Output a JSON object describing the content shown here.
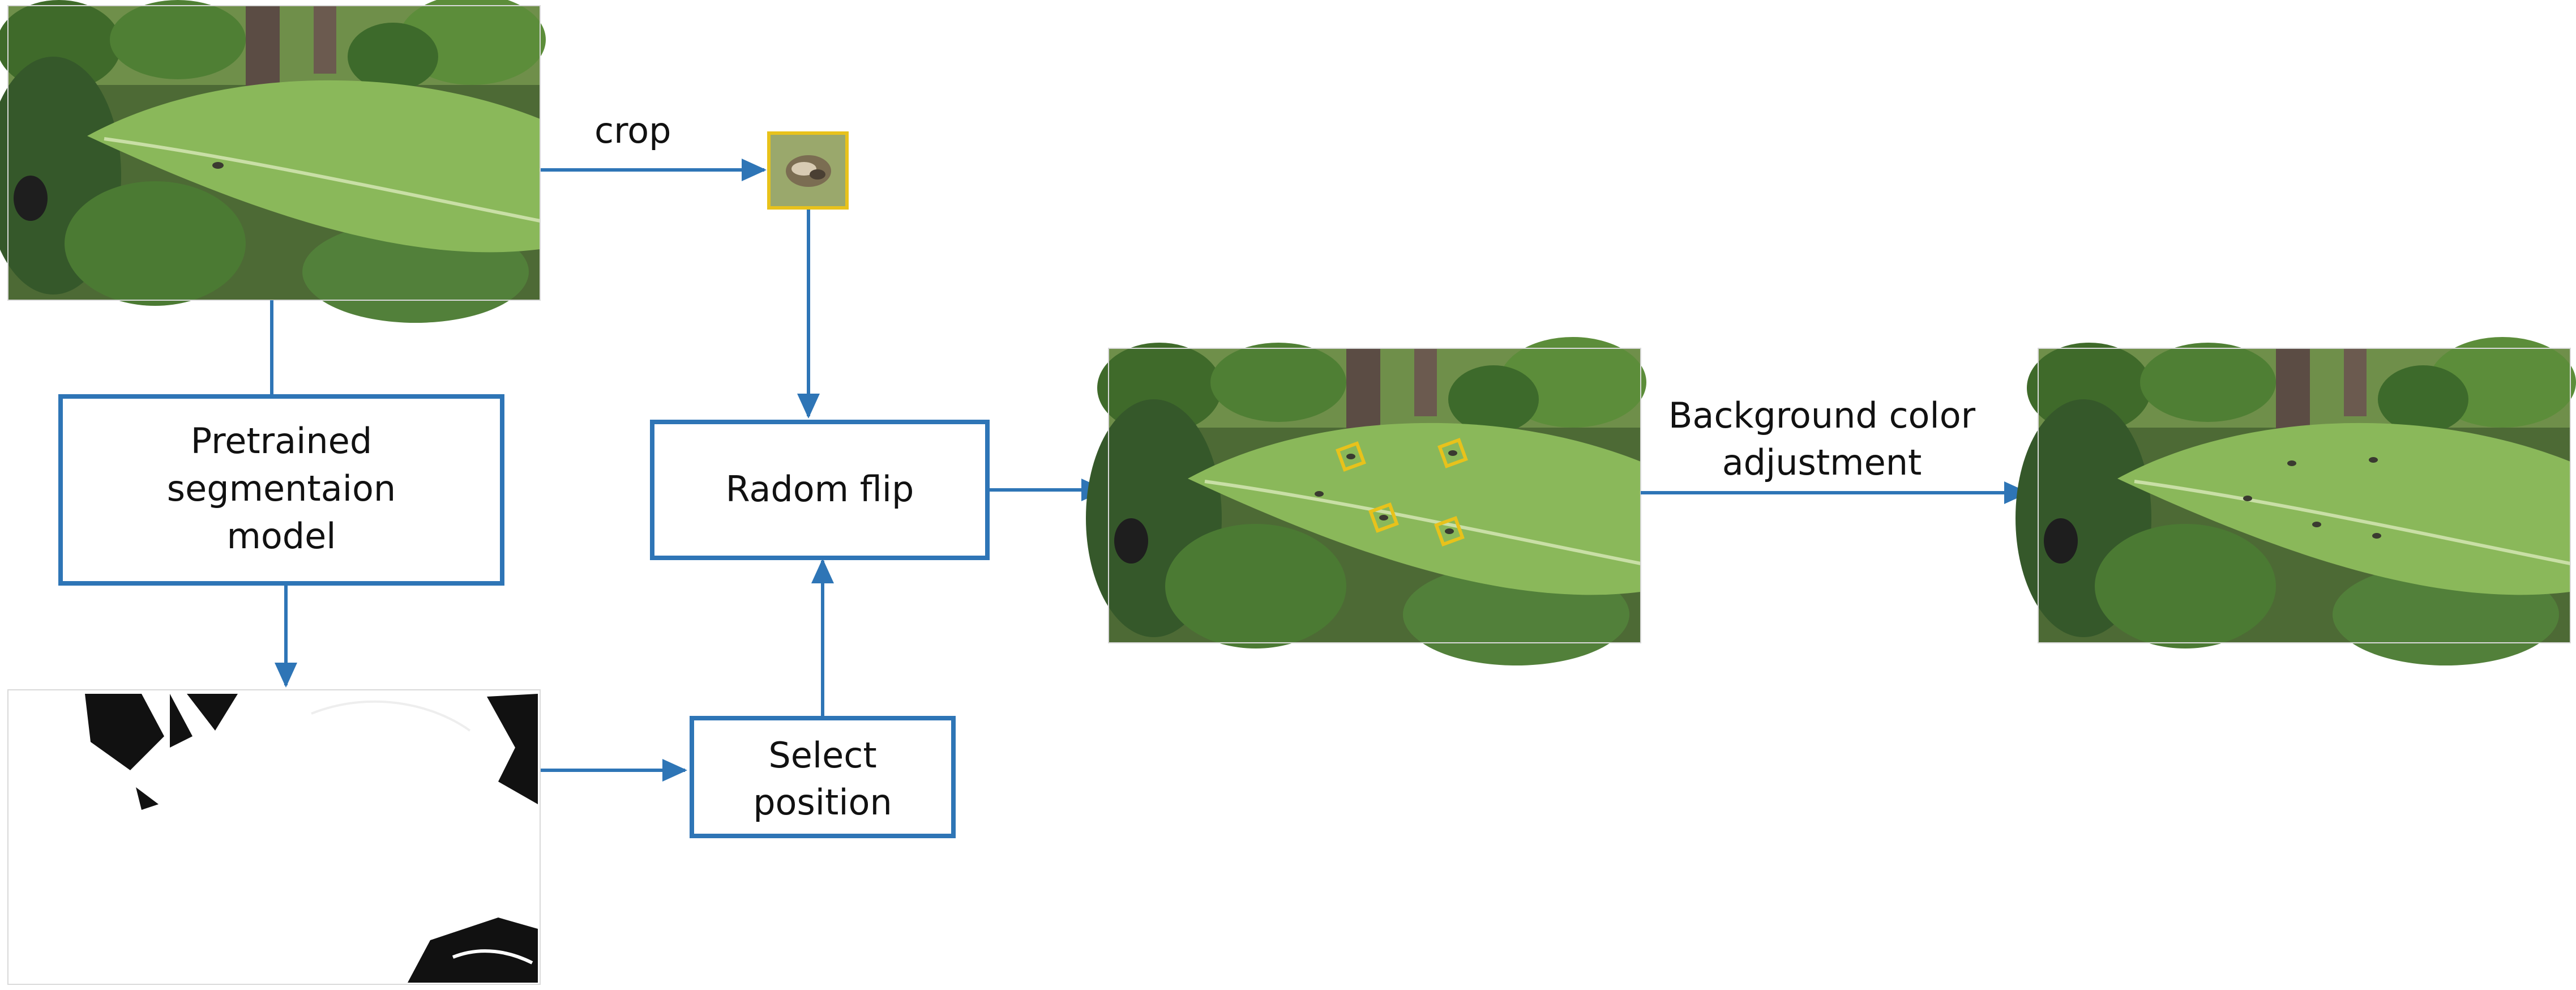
{
  "labels": {
    "crop": "crop",
    "pretrained": [
      "Pretrained",
      "segmentaion",
      "model"
    ],
    "radom_flip": "Radom flip",
    "select_position": [
      "Select",
      "position"
    ],
    "bg_adjust": [
      "Background color",
      "adjustment"
    ]
  },
  "colors": {
    "accent": "#2e75b6",
    "leaf": "#8ab85a",
    "leaf_dark": "#4f7d34",
    "marker": "#e8c21b"
  }
}
